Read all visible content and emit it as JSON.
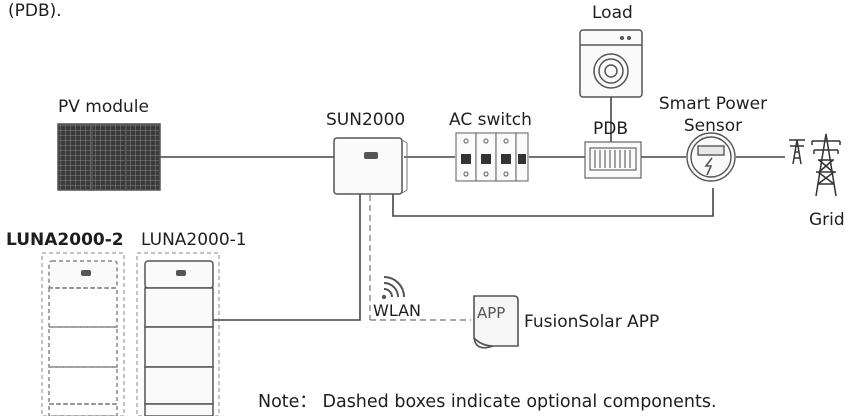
{
  "caption_fragment": "(PDB).",
  "components": {
    "pv_module": "PV module",
    "inverter": "SUN2000",
    "ac_switch": "AC switch",
    "pdb": "PDB",
    "load": "Load",
    "sensor_line1": "Smart Power",
    "sensor_line2": "Sensor",
    "grid": "Grid",
    "battery_2": "LUNA2000-2",
    "battery_1": "LUNA2000-1",
    "wlan": "WLAN",
    "app_icon_text": "APP",
    "app": "FusionSolar APP"
  },
  "note": "Note： Dashed boxes indicate optional components."
}
